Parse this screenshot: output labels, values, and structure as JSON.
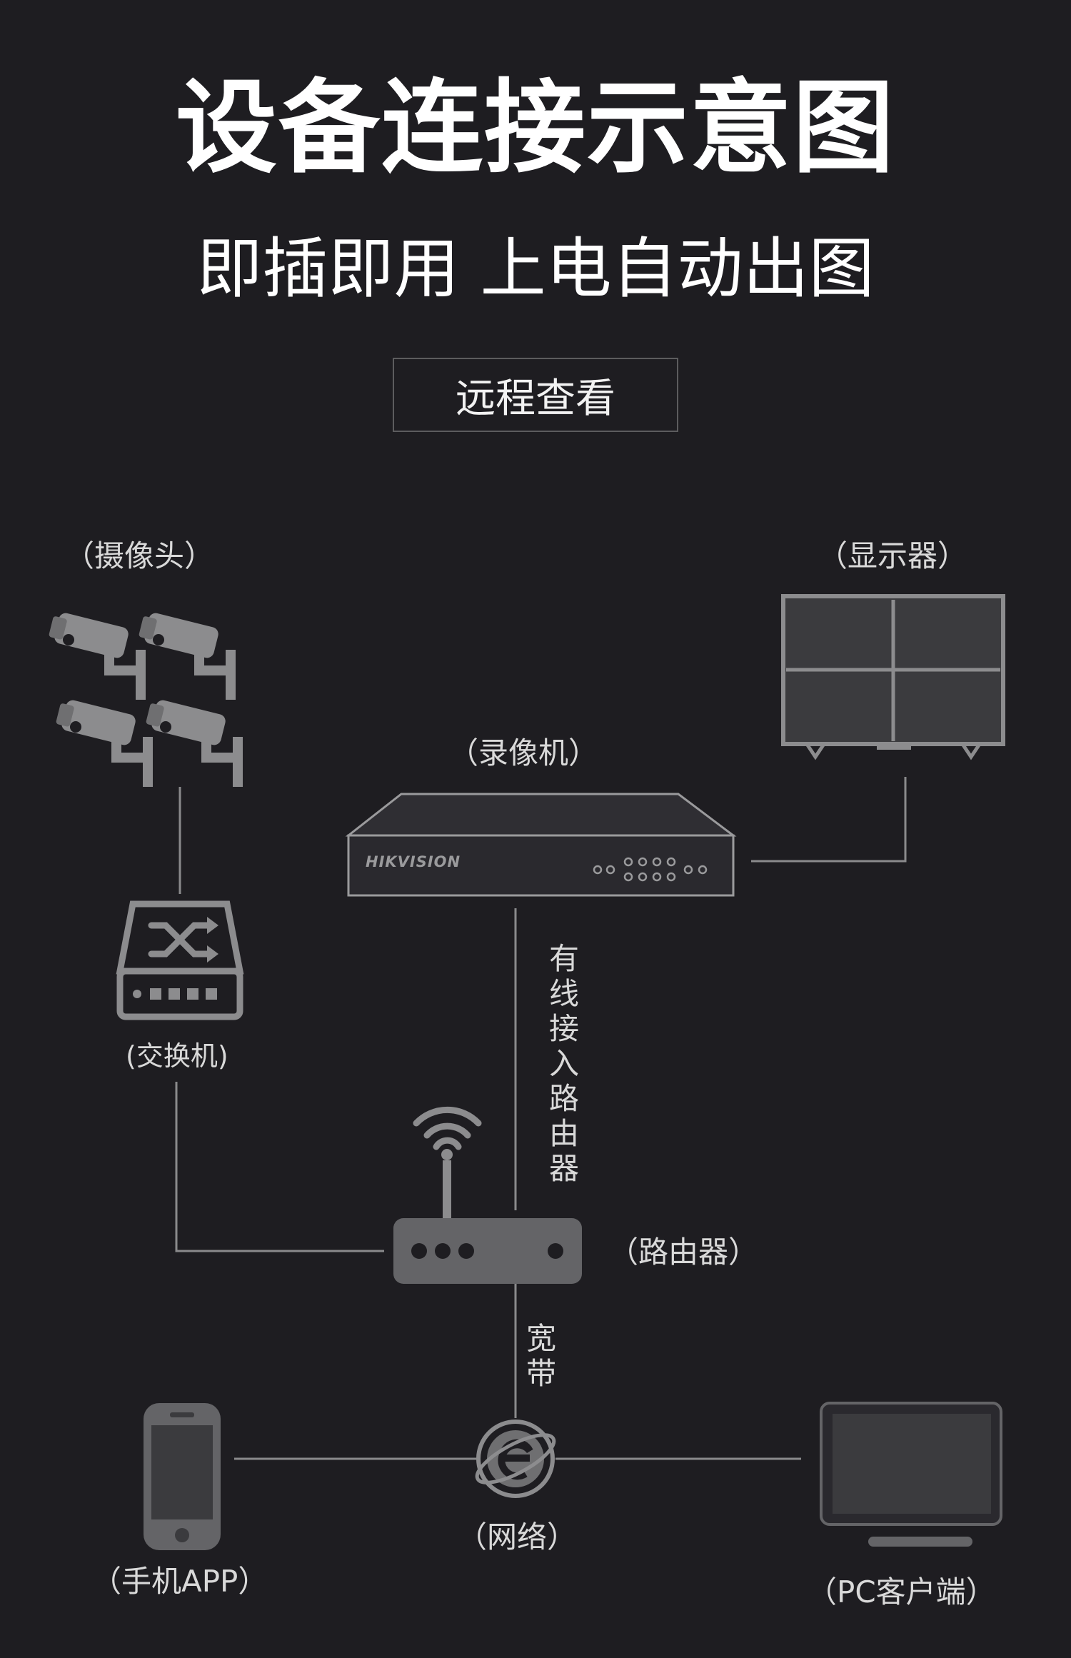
{
  "header": {
    "title": "设备连接示意图",
    "subtitle": "即插即用 上电自动出图",
    "badge": "远程查看"
  },
  "nodes": {
    "camera": "（摄像头）",
    "monitor": "（显示器）",
    "nvr": "（录像机）",
    "nvr_brand": "HIKVISION",
    "switch": "(交换机)",
    "router": "（路由器）",
    "network": "（网络）",
    "phone": "（手机APP）",
    "pc": "（PC客户端）"
  },
  "edges": {
    "nvr_router": "有线接入路由器",
    "router_network": "宽带"
  },
  "colors": {
    "background": "#1e1d21",
    "line": "#8a8a8c",
    "device": "#8c8c8e",
    "screen": "#3b3b3e"
  }
}
